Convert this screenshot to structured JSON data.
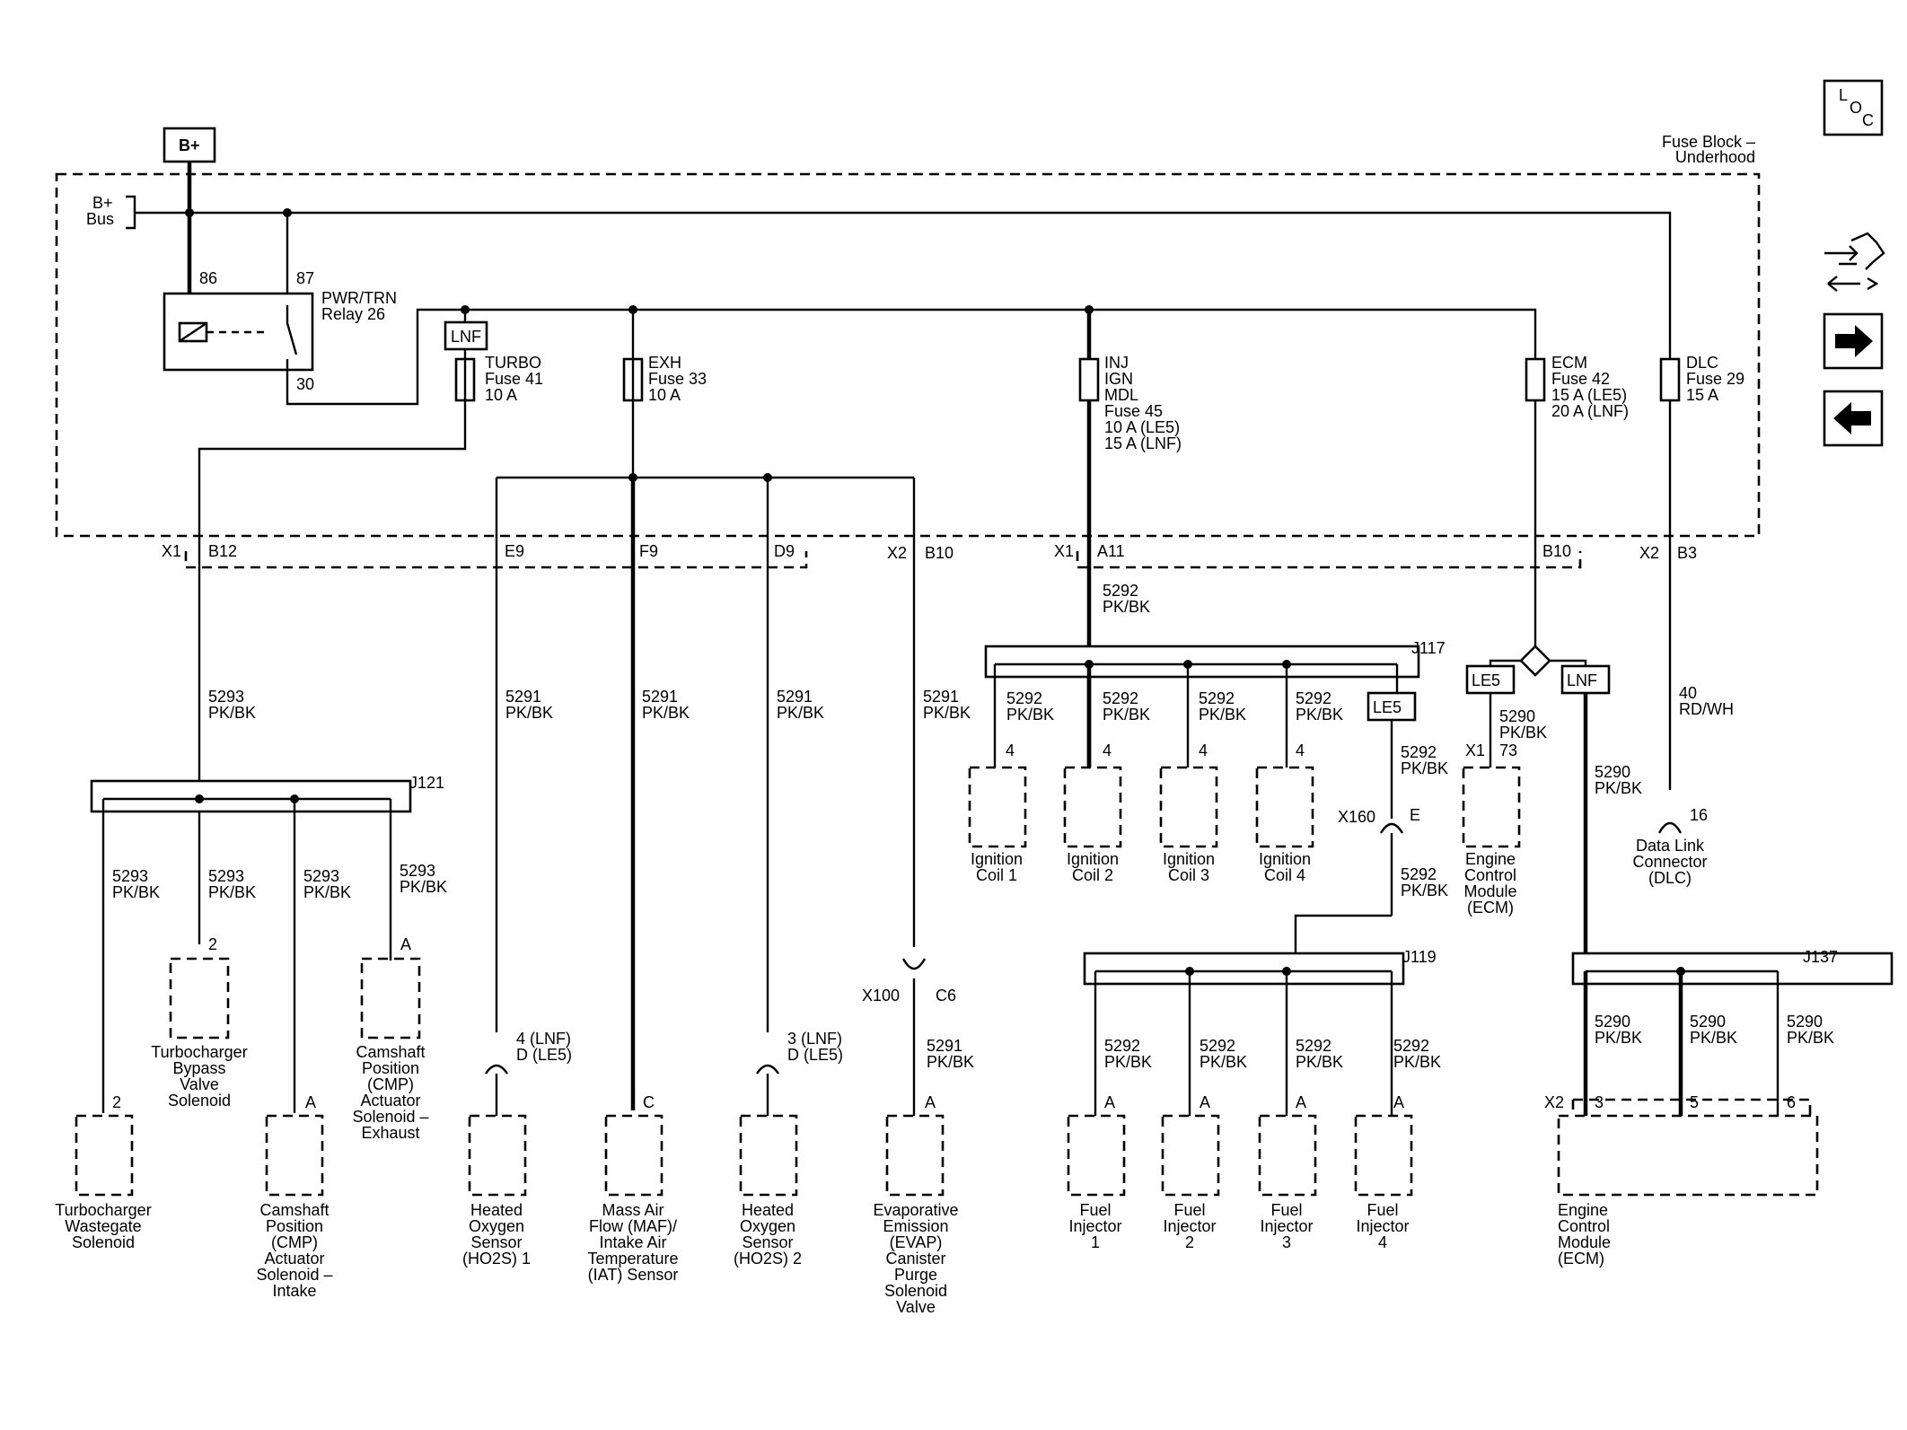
{
  "nav": {
    "loc": [
      "L",
      "O",
      "C"
    ]
  },
  "bplus": "B+",
  "fuse_block": [
    "Fuse Block –",
    "Underhood"
  ],
  "bus": [
    "B+",
    "Bus"
  ],
  "relay": {
    "pins": [
      "86",
      "87",
      "30"
    ],
    "label": [
      "PWR/TRN",
      "Relay 26"
    ]
  },
  "lnf_tag": "LNF",
  "le5_tag": "LE5",
  "fuses": {
    "turbo": [
      "TURBO",
      "Fuse 41",
      "10 A"
    ],
    "exh": [
      "EXH",
      "Fuse 33",
      "10 A"
    ],
    "inj": [
      "INJ",
      "IGN",
      "MDL",
      "Fuse 45",
      "10 A (LE5)",
      "15 A (LNF)"
    ],
    "ecm": [
      "ECM",
      "Fuse 42",
      "15 A (LE5)",
      "20 A (LNF)"
    ],
    "dlc": [
      "DLC",
      "Fuse 29",
      "15 A"
    ]
  },
  "connectors": {
    "x1": "X1",
    "x2": "X2",
    "b12": "B12",
    "e9": "E9",
    "f9": "F9",
    "d9": "D9",
    "b10a": "B10",
    "a11": "A11",
    "b10b": "B10",
    "b3": "B3",
    "x160": "X160",
    "e": "E",
    "x100": "X100",
    "c6": "C6",
    "x1_73": "73",
    "x2ecm": "X2"
  },
  "splices": {
    "j121": "J121",
    "j117": "J117",
    "j119": "J119",
    "j137": "J137"
  },
  "wires": {
    "w5293": [
      "5293",
      "PK/BK"
    ],
    "w5291": [
      "5291",
      "PK/BK"
    ],
    "w5292": [
      "5292",
      "PK/BK"
    ],
    "w5290": [
      "5290",
      "PK/BK"
    ],
    "w40": [
      "40",
      "RD/WH"
    ]
  },
  "pins": {
    "p2": "2",
    "pA": "A",
    "pC": "C",
    "p4": "4",
    "p16": "16",
    "p3": "3",
    "p5": "5",
    "p6": "6",
    "lnf4": [
      "4 (LNF)",
      "D (LE5)"
    ],
    "lnf3": [
      "3 (LNF)",
      "D (LE5)"
    ]
  },
  "components": {
    "wastegate": [
      "Turbocharger",
      "Wastegate",
      "Solenoid"
    ],
    "bypass": [
      "Turbocharger",
      "Bypass",
      "Valve",
      "Solenoid"
    ],
    "cmp_intake": [
      "Camshaft",
      "Position",
      "(CMP)",
      "Actuator",
      "Solenoid –",
      "Intake"
    ],
    "cmp_exhaust": [
      "Camshaft",
      "Position",
      "(CMP)",
      "Actuator",
      "Solenoid –",
      "Exhaust"
    ],
    "ho2s1": [
      "Heated",
      "Oxygen",
      "Sensor",
      "(HO2S) 1"
    ],
    "maf": [
      "Mass Air",
      "Flow (MAF)/",
      "Intake Air",
      "Temperature",
      "(IAT) Sensor"
    ],
    "ho2s2": [
      "Heated",
      "Oxygen",
      "Sensor",
      "(HO2S) 2"
    ],
    "evap": [
      "Evaporative",
      "Emission",
      "(EVAP)",
      "Canister",
      "Purge",
      "Solenoid",
      "Valve"
    ],
    "coil1": [
      "Ignition",
      "Coil 1"
    ],
    "coil2": [
      "Ignition",
      "Coil 2"
    ],
    "coil3": [
      "Ignition",
      "Coil 3"
    ],
    "coil4": [
      "Ignition",
      "Coil 4"
    ],
    "ecm_top": [
      "Engine",
      "Control",
      "Module",
      "(ECM)"
    ],
    "dlc": [
      "Data Link",
      "Connector",
      "(DLC)"
    ],
    "inj1": [
      "Fuel",
      "Injector",
      "1"
    ],
    "inj2": [
      "Fuel",
      "Injector",
      "2"
    ],
    "inj3": [
      "Fuel",
      "Injector",
      "3"
    ],
    "inj4": [
      "Fuel",
      "Injector",
      "4"
    ],
    "ecm_bottom": [
      "Engine",
      "Control",
      "Module",
      "(ECM)"
    ]
  }
}
